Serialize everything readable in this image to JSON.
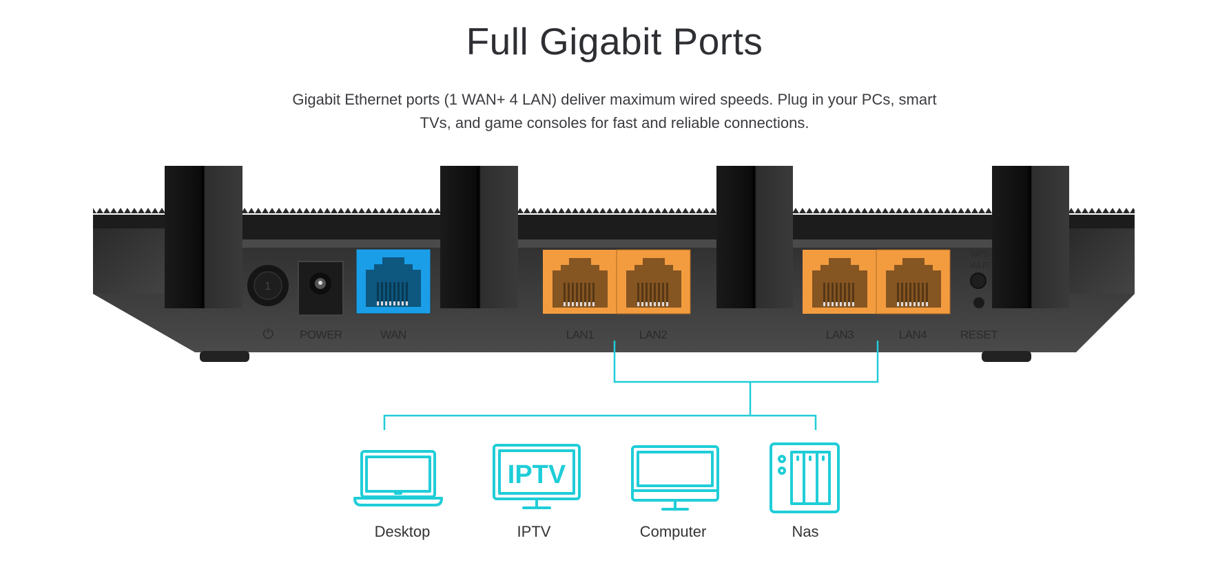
{
  "header": {
    "title": "Full Gigabit Ports",
    "description_line1": "Gigabit Ethernet ports (1 WAN+ 4 LAN) deliver maximum wired speeds. Plug in your PCs, smart",
    "description_line2": "TVs, and game consoles for fast and reliable connections."
  },
  "router": {
    "ports": [
      {
        "id": "power-button",
        "label": "⏻"
      },
      {
        "id": "power-jack",
        "label": "POWER"
      },
      {
        "id": "wan",
        "label": "WAN"
      },
      {
        "id": "lan1",
        "label": "LAN1"
      },
      {
        "id": "lan2",
        "label": "LAN2"
      },
      {
        "id": "lan3",
        "label": "LAN3"
      },
      {
        "id": "lan4",
        "label": "LAN4"
      },
      {
        "id": "reset",
        "label": "RESET"
      }
    ],
    "wps_label_1": "WPS",
    "wps_label_2": "Wi-Fi",
    "power_button_glyph": "1"
  },
  "devices": [
    {
      "icon": "laptop-icon",
      "label": "Desktop"
    },
    {
      "icon": "tv-icon",
      "label": "IPTV",
      "screen_text": "IPTV"
    },
    {
      "icon": "monitor-icon",
      "label": "Computer"
    },
    {
      "icon": "nas-icon",
      "label": "Nas"
    }
  ],
  "colors": {
    "accent": "#1fcdd8",
    "wan_port": "#1a9ee8",
    "lan_port": "#f39c3f",
    "router_body": "#3a3a3a",
    "text": "#2e2f33"
  }
}
